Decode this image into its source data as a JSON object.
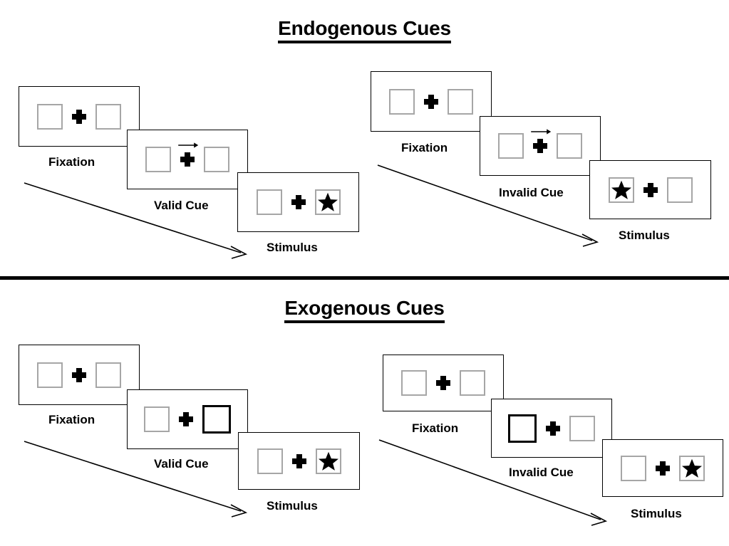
{
  "figure": {
    "type": "diagram",
    "description": "Posner cueing paradigm trial sequences for endogenous and exogenous cues"
  },
  "sections": [
    {
      "id": "endogenous",
      "title": "Endogenous Cues",
      "columns": [
        {
          "id": "endogenous-valid",
          "frames": [
            {
              "id": "fixation",
              "caption": "Fixation",
              "left_box": "empty",
              "right_box": "empty",
              "cue": "none",
              "fixation": "plus"
            },
            {
              "id": "valid-cue",
              "caption": "Valid Cue",
              "left_box": "empty",
              "right_box": "empty",
              "cue": "arrow-right",
              "fixation": "plus"
            },
            {
              "id": "stimulus",
              "caption": "Stimulus",
              "left_box": "empty",
              "right_box": "star",
              "cue": "none",
              "fixation": "plus"
            }
          ]
        },
        {
          "id": "endogenous-invalid",
          "frames": [
            {
              "id": "fixation",
              "caption": "Fixation",
              "left_box": "empty",
              "right_box": "empty",
              "cue": "none",
              "fixation": "plus"
            },
            {
              "id": "invalid-cue",
              "caption": "Invalid Cue",
              "left_box": "empty",
              "right_box": "empty",
              "cue": "arrow-right",
              "fixation": "plus"
            },
            {
              "id": "stimulus",
              "caption": "Stimulus",
              "left_box": "star",
              "right_box": "empty",
              "cue": "none",
              "fixation": "plus"
            }
          ]
        }
      ]
    },
    {
      "id": "exogenous",
      "title": "Exogenous Cues",
      "columns": [
        {
          "id": "exogenous-valid",
          "frames": [
            {
              "id": "fixation",
              "caption": "Fixation",
              "left_box": "empty",
              "right_box": "empty",
              "cue": "none",
              "fixation": "plus"
            },
            {
              "id": "valid-cue",
              "caption": "Valid Cue",
              "left_box": "empty",
              "right_box": "highlight",
              "cue": "box-flash-right",
              "fixation": "plus"
            },
            {
              "id": "stimulus",
              "caption": "Stimulus",
              "left_box": "empty",
              "right_box": "star",
              "cue": "none",
              "fixation": "plus"
            }
          ]
        },
        {
          "id": "exogenous-invalid",
          "frames": [
            {
              "id": "fixation",
              "caption": "Fixation",
              "left_box": "empty",
              "right_box": "empty",
              "cue": "none",
              "fixation": "plus"
            },
            {
              "id": "invalid-cue",
              "caption": "Invalid Cue",
              "left_box": "highlight",
              "right_box": "empty",
              "cue": "box-flash-left",
              "fixation": "plus"
            },
            {
              "id": "stimulus",
              "caption": "Stimulus",
              "left_box": "empty",
              "right_box": "star",
              "cue": "none",
              "fixation": "plus"
            }
          ]
        }
      ]
    }
  ],
  "colors": {
    "panel_border": "#000000",
    "box_border": "#a6a6a6",
    "cue_border": "#000000",
    "ink": "#000000",
    "background": "#ffffff"
  },
  "flow_arrows": [
    {
      "id": "endogenous-valid-flow",
      "direction": "down-right"
    },
    {
      "id": "endogenous-invalid-flow",
      "direction": "down-right"
    },
    {
      "id": "exogenous-valid-flow",
      "direction": "down-right"
    },
    {
      "id": "exogenous-invalid-flow",
      "direction": "down-right"
    }
  ]
}
